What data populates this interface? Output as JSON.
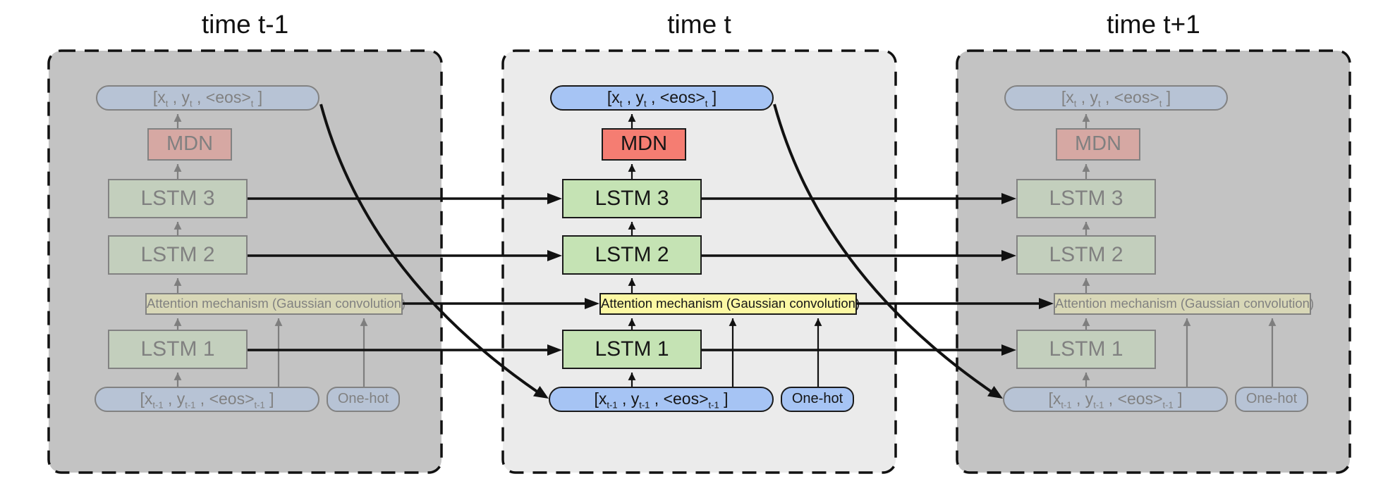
{
  "colors": {
    "panel_active_bg": "#ebebeb",
    "panel_dimmed_bg": "#c3c3c3",
    "pill_blue": "#a6c4f4",
    "mdn_red": "#f57d72",
    "lstm_green": "#c5e3b4",
    "attention_yellow": "#fcf8a4",
    "line_black": "#111111"
  },
  "panels": [
    {
      "title": "time t-1",
      "dimmed": true,
      "output_pill": {
        "open": "[x",
        "sub1": "t",
        "sep1": " , y",
        "sub2": "t",
        "sep2": " , <eos>",
        "sub3": "t",
        "close": " ]"
      },
      "mdn_label": "MDN",
      "lstm3_label": "LSTM 3",
      "lstm2_label": "LSTM 2",
      "attention_label": "Attention mechanism (Gaussian convolution)",
      "lstm1_label": "LSTM 1",
      "input_pill": {
        "open": "[x",
        "sub1": "t-1",
        "sep1": " , y",
        "sub2": "t-1",
        "sep2": " , <eos>",
        "sub3": "t-1",
        "close": " ]"
      },
      "onehot_label": "One-hot"
    },
    {
      "title": "time t",
      "dimmed": false,
      "output_pill": {
        "open": "[x",
        "sub1": "t",
        "sep1": " , y",
        "sub2": "t",
        "sep2": " , <eos>",
        "sub3": "t",
        "close": " ]"
      },
      "mdn_label": "MDN",
      "lstm3_label": "LSTM 3",
      "lstm2_label": "LSTM 2",
      "attention_label": "Attention mechanism (Gaussian convolution)",
      "lstm1_label": "LSTM 1",
      "input_pill": {
        "open": "[x",
        "sub1": "t-1",
        "sep1": " , y",
        "sub2": "t-1",
        "sep2": " , <eos>",
        "sub3": "t-1",
        "close": " ]"
      },
      "onehot_label": "One-hot"
    },
    {
      "title": "time t+1",
      "dimmed": true,
      "output_pill": {
        "open": "[x",
        "sub1": "t",
        "sep1": " , y",
        "sub2": "t",
        "sep2": " , <eos>",
        "sub3": "t",
        "close": " ]"
      },
      "mdn_label": "MDN",
      "lstm3_label": "LSTM 3",
      "lstm2_label": "LSTM 2",
      "attention_label": "Attention mechanism (Gaussian convolution)",
      "lstm1_label": "LSTM 1",
      "input_pill": {
        "open": "[x",
        "sub1": "t-1",
        "sep1": " , y",
        "sub2": "t-1",
        "sep2": " , <eos>",
        "sub3": "t-1",
        "close": " ]"
      },
      "onehot_label": "One-hot"
    }
  ]
}
